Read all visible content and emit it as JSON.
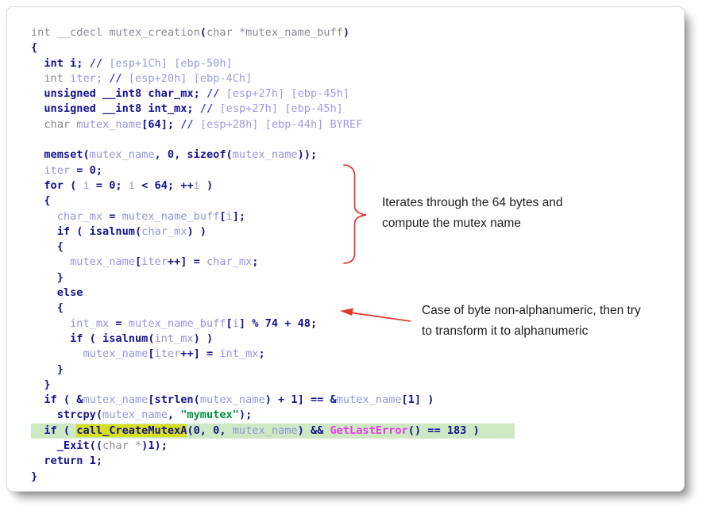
{
  "colors": {
    "keyword_navy": "#14148f",
    "variable_blue": "#9595de",
    "comment_blue": "#9b9be4",
    "signature_gray": "#8b8b99",
    "slash_blue": "#3c3ccd",
    "string_green": "#00933f",
    "api_magenta": "#ea39ea",
    "line_highlight_green": "#cde8c3",
    "token_highlight_yellow": "#d7df21",
    "annotation_red": "#e0392e"
  },
  "code": {
    "lines": [
      {
        "tokens": [
          {
            "c": "g",
            "t": "int __cdecl mutex_creation"
          },
          {
            "c": "k",
            "t": "("
          },
          {
            "c": "g",
            "t": "char *mutex_name_buff"
          },
          {
            "c": "k",
            "t": ")"
          }
        ]
      },
      {
        "tokens": [
          {
            "c": "k",
            "t": "{"
          }
        ]
      },
      {
        "tokens": [
          {
            "c": "k",
            "t": "  int i; "
          },
          {
            "c": "s",
            "t": "// "
          },
          {
            "c": "c",
            "t": "[esp+1Ch] [ebp-50h]"
          }
        ]
      },
      {
        "tokens": [
          {
            "c": "g",
            "t": "  int "
          },
          {
            "c": "v",
            "t": "iter"
          },
          {
            "c": "g",
            "t": "; "
          },
          {
            "c": "s",
            "t": "// "
          },
          {
            "c": "c",
            "t": "[esp+20h] [ebp-4Ch]"
          }
        ]
      },
      {
        "tokens": [
          {
            "c": "k",
            "t": "  unsigned __int8 char_mx; "
          },
          {
            "c": "s",
            "t": "// "
          },
          {
            "c": "c",
            "t": "[esp+27h] [ebp-45h]"
          }
        ]
      },
      {
        "tokens": [
          {
            "c": "k",
            "t": "  unsigned __int8 int_mx; "
          },
          {
            "c": "s",
            "t": "// "
          },
          {
            "c": "c",
            "t": "[esp+27h] [ebp-45h]"
          }
        ]
      },
      {
        "tokens": [
          {
            "c": "g",
            "t": "  char "
          },
          {
            "c": "v",
            "t": "mutex_name"
          },
          {
            "c": "k",
            "t": "[64]; "
          },
          {
            "c": "s",
            "t": "// "
          },
          {
            "c": "c",
            "t": "[esp+28h] [ebp-44h] BYREF"
          }
        ]
      },
      {
        "tokens": []
      },
      {
        "tokens": [
          {
            "c": "k",
            "t": "  memset("
          },
          {
            "c": "v",
            "t": "mutex_name"
          },
          {
            "c": "k",
            "t": ", 0, sizeof("
          },
          {
            "c": "v",
            "t": "mutex_name"
          },
          {
            "c": "k",
            "t": "));"
          }
        ]
      },
      {
        "tokens": [
          {
            "c": "v",
            "t": "  iter"
          },
          {
            "c": "k",
            "t": " = 0;"
          }
        ]
      },
      {
        "tokens": [
          {
            "c": "k",
            "t": "  for ( "
          },
          {
            "c": "v",
            "t": "i"
          },
          {
            "c": "k",
            "t": " = 0; "
          },
          {
            "c": "v",
            "t": "i"
          },
          {
            "c": "k",
            "t": " < 64; ++"
          },
          {
            "c": "v",
            "t": "i"
          },
          {
            "c": "k",
            "t": " )"
          }
        ]
      },
      {
        "tokens": [
          {
            "c": "k",
            "t": "  {"
          }
        ]
      },
      {
        "tokens": [
          {
            "c": "v",
            "t": "    char_mx"
          },
          {
            "c": "k",
            "t": " = "
          },
          {
            "c": "v",
            "t": "mutex_name_buff"
          },
          {
            "c": "k",
            "t": "["
          },
          {
            "c": "v",
            "t": "i"
          },
          {
            "c": "k",
            "t": "];"
          }
        ]
      },
      {
        "tokens": [
          {
            "c": "k",
            "t": "    if ( isalnum("
          },
          {
            "c": "v",
            "t": "char_mx"
          },
          {
            "c": "k",
            "t": ") )"
          }
        ]
      },
      {
        "tokens": [
          {
            "c": "k",
            "t": "    {"
          }
        ]
      },
      {
        "tokens": [
          {
            "c": "v",
            "t": "      mutex_name"
          },
          {
            "c": "k",
            "t": "["
          },
          {
            "c": "v",
            "t": "iter"
          },
          {
            "c": "k",
            "t": "++] = "
          },
          {
            "c": "v",
            "t": "char_mx"
          },
          {
            "c": "k",
            "t": ";"
          }
        ]
      },
      {
        "tokens": [
          {
            "c": "k",
            "t": "    }"
          }
        ]
      },
      {
        "tokens": [
          {
            "c": "k",
            "t": "    else"
          }
        ]
      },
      {
        "tokens": [
          {
            "c": "k",
            "t": "    {"
          }
        ]
      },
      {
        "tokens": [
          {
            "c": "v",
            "t": "      int_mx"
          },
          {
            "c": "k",
            "t": " = "
          },
          {
            "c": "v",
            "t": "mutex_name_buff"
          },
          {
            "c": "k",
            "t": "["
          },
          {
            "c": "v",
            "t": "i"
          },
          {
            "c": "k",
            "t": "] % 74 + 48;"
          }
        ]
      },
      {
        "tokens": [
          {
            "c": "k",
            "t": "      if ( isalnum("
          },
          {
            "c": "v",
            "t": "int_mx"
          },
          {
            "c": "k",
            "t": ") )"
          }
        ]
      },
      {
        "tokens": [
          {
            "c": "v",
            "t": "        mutex_name"
          },
          {
            "c": "k",
            "t": "["
          },
          {
            "c": "v",
            "t": "iter"
          },
          {
            "c": "k",
            "t": "++] = "
          },
          {
            "c": "v",
            "t": "int_mx"
          },
          {
            "c": "k",
            "t": ";"
          }
        ]
      },
      {
        "tokens": [
          {
            "c": "k",
            "t": "    }"
          }
        ]
      },
      {
        "tokens": [
          {
            "c": "k",
            "t": "  }"
          }
        ]
      },
      {
        "tokens": [
          {
            "c": "k",
            "t": "  if ( &"
          },
          {
            "c": "v",
            "t": "mutex_name"
          },
          {
            "c": "k",
            "t": "[strlen("
          },
          {
            "c": "v",
            "t": "mutex_name"
          },
          {
            "c": "k",
            "t": ") + 1] == &"
          },
          {
            "c": "v",
            "t": "mutex_name"
          },
          {
            "c": "k",
            "t": "[1] )"
          }
        ]
      },
      {
        "tokens": [
          {
            "c": "k",
            "t": "    strcpy("
          },
          {
            "c": "v",
            "t": "mutex_name"
          },
          {
            "c": "k",
            "t": ", "
          },
          {
            "c": "t",
            "t": "\"mymutex\""
          },
          {
            "c": "k",
            "t": ");"
          }
        ]
      },
      {
        "hl": true,
        "tokens": [
          {
            "c": "k",
            "t": "  if ( "
          },
          {
            "c": "y",
            "t": "call_CreateMutexA"
          },
          {
            "c": "k",
            "t": "(0, 0, "
          },
          {
            "c": "v",
            "t": "mutex_name"
          },
          {
            "c": "k",
            "t": ") && "
          },
          {
            "c": "m",
            "t": "GetLastError"
          },
          {
            "c": "k",
            "t": "() == 183 )"
          }
        ]
      },
      {
        "tokens": [
          {
            "c": "k",
            "t": "    _Exit(("
          },
          {
            "c": "g",
            "t": "char *"
          },
          {
            "c": "k",
            "t": ")1);"
          }
        ]
      },
      {
        "tokens": [
          {
            "c": "k",
            "t": "  return 1;"
          }
        ]
      },
      {
        "tokens": [
          {
            "c": "k",
            "t": "}"
          }
        ]
      }
    ]
  },
  "annotations": {
    "loop_note": {
      "line1": "Iterates through the 64 bytes and",
      "line2": "compute the mutex name"
    },
    "transform_note": {
      "line1": "Case of byte non-alphanumeric, then try",
      "line2": "to transform it to alphanumeric"
    }
  }
}
